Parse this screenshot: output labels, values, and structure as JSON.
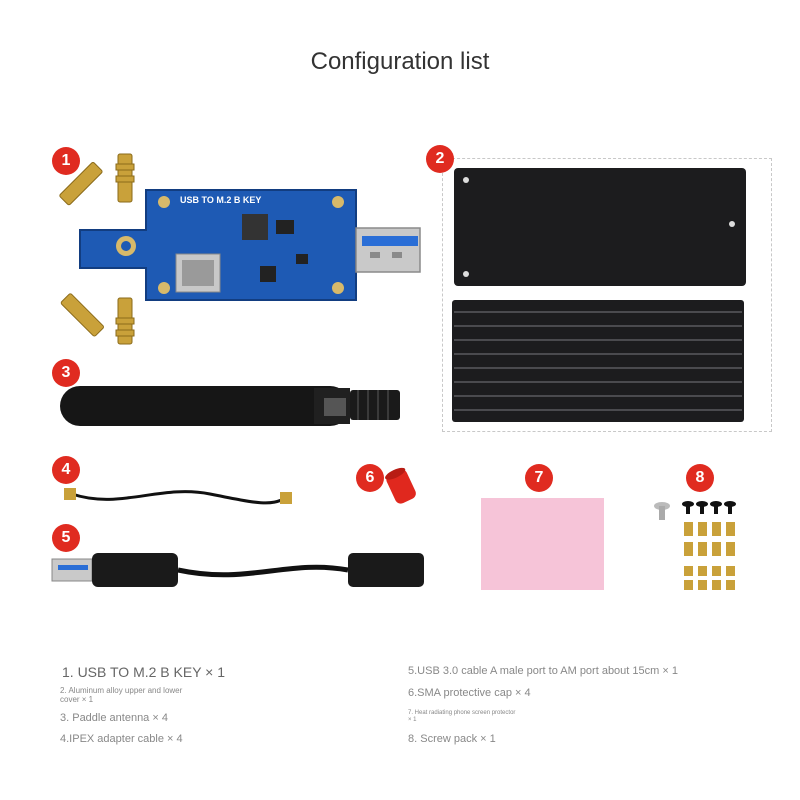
{
  "page": {
    "title": "Configuration list"
  },
  "badges": [
    "1",
    "2",
    "3",
    "4",
    "5",
    "6",
    "7",
    "8"
  ],
  "board": {
    "label": "USB TO M.2 B KEY"
  },
  "legend": {
    "left": [
      "1.  USB TO M.2 B KEY × 1",
      "2. Aluminum alloy upper and lower cover × 1",
      "3. Paddle antenna × 4",
      "4.IPEX adapter cable × 4"
    ],
    "right": [
      "5.USB 3.0 cable A male port to AM port about 15cm × 1",
      "6.SMA protective cap × 4",
      "7. Heat radiating phone screen protector × 1",
      "8. Screw pack × 1"
    ]
  },
  "colors": {
    "badge": "#e02b20",
    "pcb": "#1e5ab4",
    "case": "#1c1c1e",
    "cap": "#e0281e",
    "pad": "#f6c4d8",
    "brass": "#c9a13a"
  }
}
